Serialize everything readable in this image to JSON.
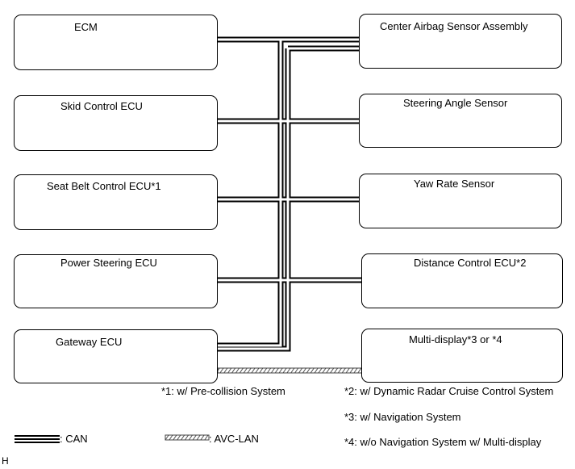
{
  "left_ecus": [
    {
      "label": "ECM"
    },
    {
      "label": "Skid Control ECU"
    },
    {
      "label": "Seat Belt Control ECU*1"
    },
    {
      "label": "Power Steering ECU"
    },
    {
      "label": "Gateway ECU"
    }
  ],
  "right_ecus": [
    {
      "label": "Center Airbag Sensor Assembly"
    },
    {
      "label": "Steering Angle Sensor"
    },
    {
      "label": "Yaw Rate Sensor"
    },
    {
      "label": "Distance Control ECU*2"
    },
    {
      "label": "Multi-display*3 or *4"
    }
  ],
  "footnotes": {
    "n1": "*1: w/ Pre-collision System",
    "n2": "*2: w/ Dynamic Radar Cruise Control System",
    "n3": "*3: w/ Navigation System",
    "n4": "*4: w/o Navigation System w/ Multi-display"
  },
  "legend": {
    "can": ": CAN",
    "avc_lan": ": AVC-LAN"
  },
  "corner_mark": "H"
}
